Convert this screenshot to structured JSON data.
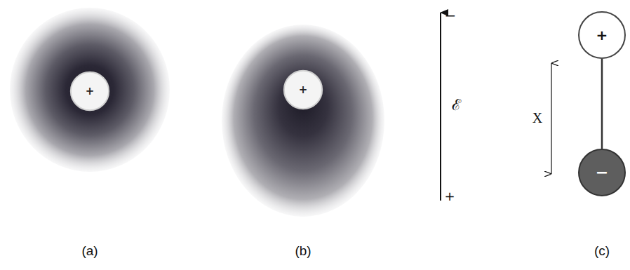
{
  "diagram": {
    "nodes": [
      {
        "text": [
          "+"
        ]
      },
      {
        "text": [
          "+"
        ]
      },
      {
        "text": [
          "+"
        ]
      },
      {
        "text": [
          "−"
        ]
      }
    ],
    "edges": [
      {
        "from": 2,
        "to": 3,
        "arrow": "none"
      }
    ],
    "labels": [
      "−",
      "ℰ",
      "+",
      "X",
      "(a)",
      "(b)",
      "(c)"
    ]
  }
}
